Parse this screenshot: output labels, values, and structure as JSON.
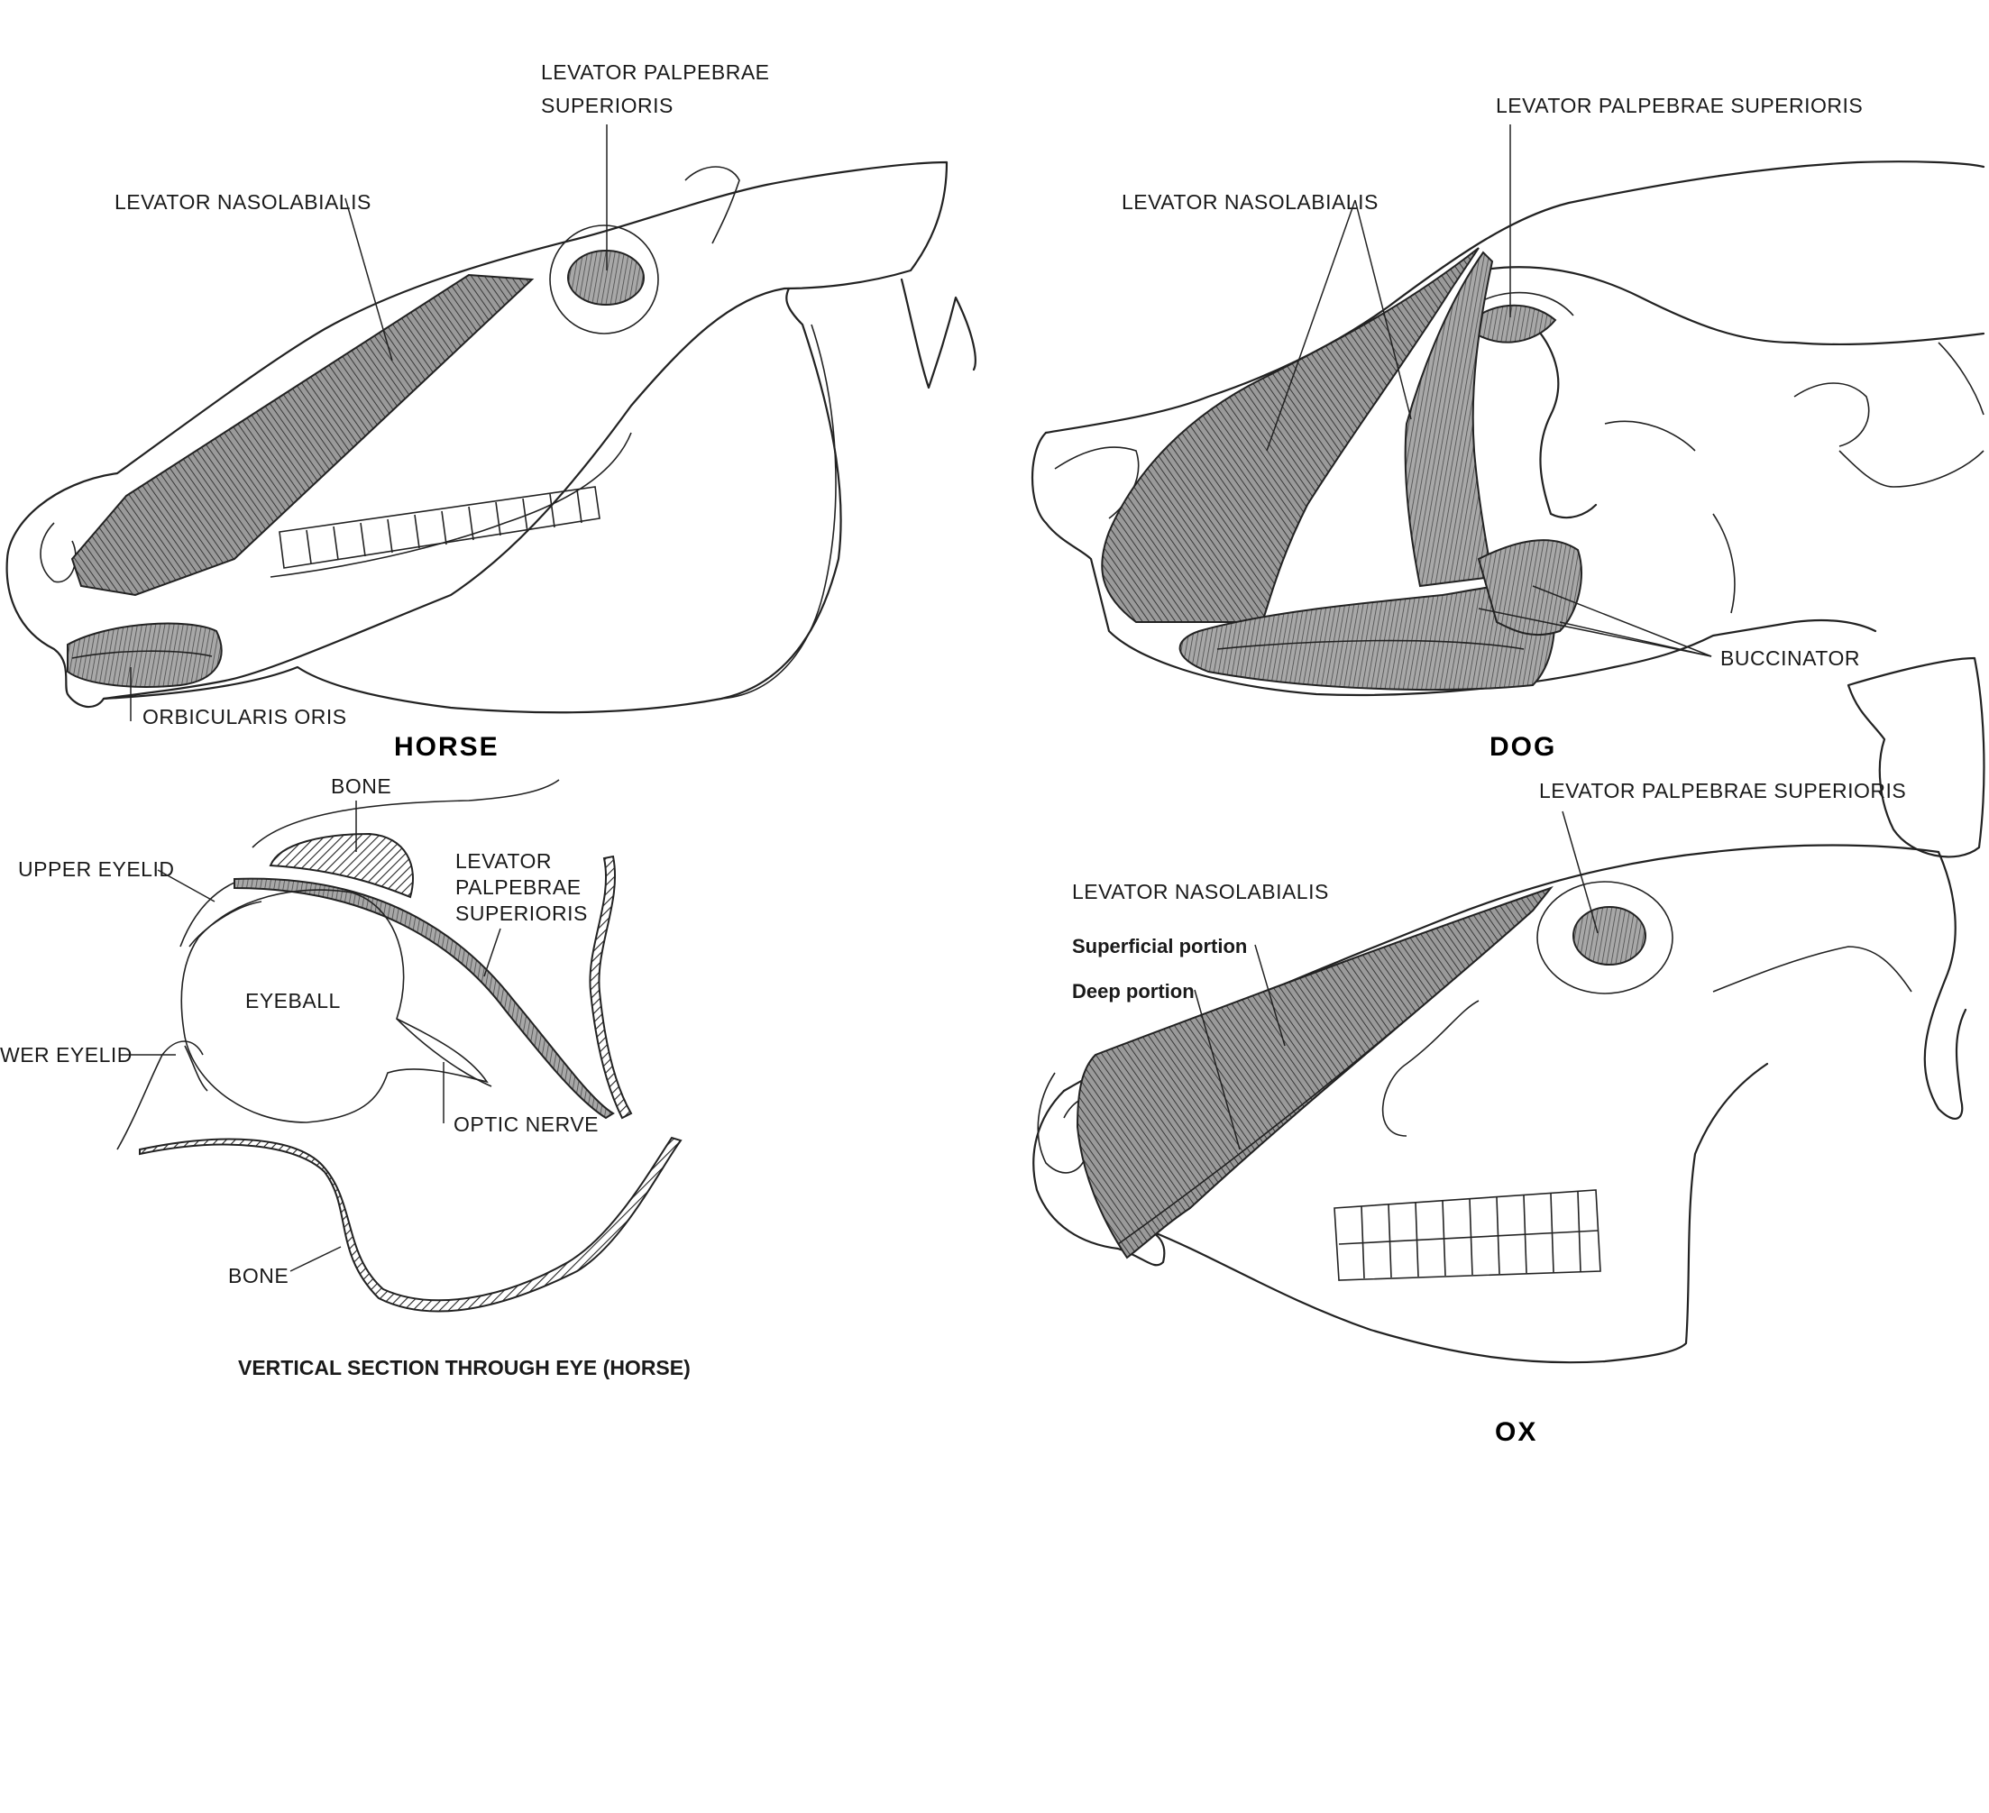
{
  "horse": {
    "title": "HORSE",
    "labels": {
      "levator_palpebrae_line1": "LEVATOR PALPEBRAE",
      "levator_palpebrae_line2": "SUPERIORIS",
      "levator_nasolabialis": "LEVATOR NASOLABIALIS",
      "orbicularis_oris": "ORBICULARIS ORIS"
    }
  },
  "dog": {
    "title": "DOG",
    "labels": {
      "levator_palpebrae": "LEVATOR PALPEBRAE SUPERIORIS",
      "levator_nasolabialis": "LEVATOR NASOLABIALIS",
      "buccinator": "BUCCINATOR"
    }
  },
  "eye_section": {
    "caption": "VERTICAL SECTION THROUGH EYE (HORSE)",
    "labels": {
      "bone_top": "BONE",
      "upper_eyelid": "UPPER EYELID",
      "levator_line1": "LEVATOR",
      "levator_line2": "PALPEBRAE",
      "levator_line3": "SUPERIORIS",
      "eyeball": "EYEBALL",
      "lower_eyelid": "WER EYELID",
      "optic_nerve": "OPTIC NERVE",
      "bone_bottom": "BONE"
    }
  },
  "ox": {
    "title": "OX",
    "labels": {
      "levator_palpebrae": "LEVATOR PALPEBRAE SUPERIORIS",
      "levator_nasolabialis": "LEVATOR NASOLABIALIS",
      "superficial_portion": "Superficial portion",
      "deep_portion": "Deep portion"
    }
  }
}
